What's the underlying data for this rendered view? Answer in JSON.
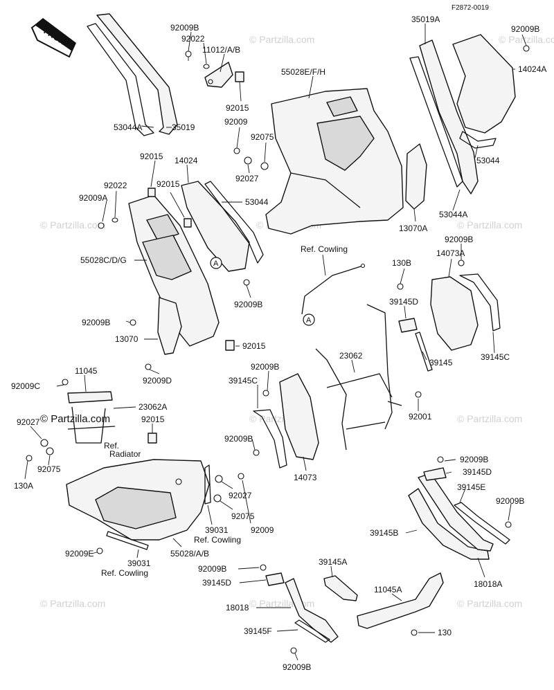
{
  "figure_code": "F2872-0019",
  "front_arrow_label": "FRONT",
  "watermark_text": "© Partzilla.com",
  "ref_labels": {
    "cowling_top": "Ref. Cowling",
    "cowling_mid": "Ref. Cowling",
    "cowling_bottom": "Ref. Cowling",
    "radiator": "Ref.\nRadiator",
    "radiator_line1": "Ref.",
    "radiator_line2": "Radiator"
  },
  "ref_markers": [
    "A",
    "A"
  ],
  "part_labels": {
    "p92009B_top": "92009B",
    "p92022_top": "92022",
    "p11012": "11012/A/B",
    "p92015_top": "92015",
    "p53044A_left": "53044A",
    "p35019": "35019",
    "p55028EFH": "55028E/F/H",
    "p92009_mid": "92009",
    "p92075_mid": "92075",
    "p92027_mid": "92027",
    "p35019A": "35019A",
    "p92009B_tr": "92009B",
    "p14024A": "14024A",
    "p53044_right": "53044",
    "p53044A_right": "53044A",
    "p13070A": "13070A",
    "p92015_left": "92015",
    "p14024": "14024",
    "p92015_left2": "92015",
    "p92022_left": "92022",
    "p92009A": "92009A",
    "p53044_mid": "53044",
    "p55028CDG": "55028C/D/G",
    "p92009B_midleft": "92009B",
    "p92009B_left": "92009B",
    "p13070": "13070",
    "p92015_low": "92015",
    "p92009D": "92009D",
    "p130B": "130B",
    "p14073A": "14073A",
    "p92009B_r": "92009B",
    "p39145D_mid": "39145D",
    "p39145C_r": "39145C",
    "p39145_mid": "39145",
    "p23062": "23062",
    "p92009B_c": "92009B",
    "p39145C_c": "39145C",
    "p92001": "92001",
    "p11045": "11045",
    "p92009C": "92009C",
    "p23062A": "23062A",
    "p92015_ll": "92015",
    "p92027_l": "92027",
    "p92075_l": "92075",
    "p130A": "130A",
    "p92009B_cc": "92009B",
    "p14073": "14073",
    "p92027_c": "92027",
    "p92075_c": "92075",
    "p92009_c": "92009",
    "p39031_c": "39031",
    "p92009E": "92009E",
    "p39031_l": "39031",
    "p55028AB": "55028/A/B",
    "p92009B_br": "92009B",
    "p39145D_br": "39145D",
    "p39145E": "39145E",
    "p92009B_br2": "92009B",
    "p39145B": "39145B",
    "p18018A": "18018A",
    "p92009B_bl": "92009B",
    "p39145D_bl": "39145D",
    "p39145A": "39145A",
    "p18018": "18018",
    "p39145F": "39145F",
    "p92009B_bot": "92009B",
    "p11045A": "11045A",
    "p130": "130"
  }
}
